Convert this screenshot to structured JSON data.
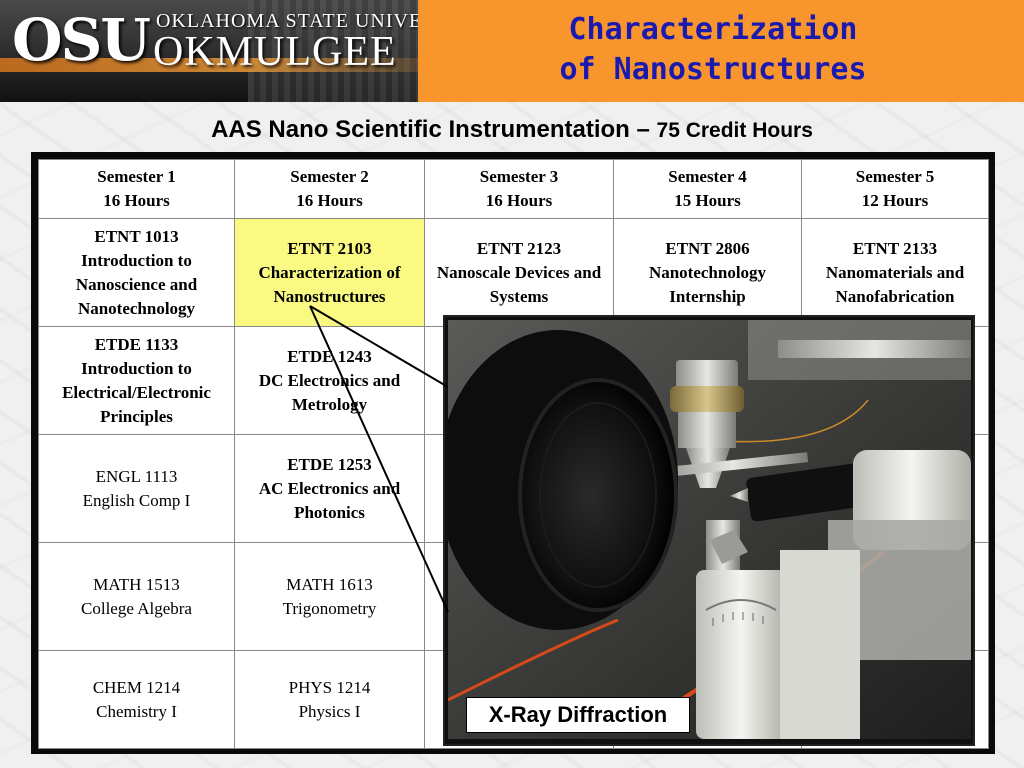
{
  "header": {
    "logo": {
      "osu": "OSU",
      "university": "OKLAHOMA STATE UNIVERSITY",
      "campus": "OKMULGEE"
    },
    "title_line1": "Characterization",
    "title_line2": "of Nanostructures"
  },
  "subtitle": {
    "main": "AAS Nano Scientific Instrumentation",
    "dash": "–",
    "credits": "75 Credit Hours"
  },
  "table": {
    "headers": [
      {
        "name": "Semester 1",
        "hours": "16 Hours"
      },
      {
        "name": "Semester 2",
        "hours": "16 Hours"
      },
      {
        "name": "Semester 3",
        "hours": "16 Hours"
      },
      {
        "name": "Semester 4",
        "hours": "15 Hours"
      },
      {
        "name": "Semester 5",
        "hours": "12 Hours"
      }
    ],
    "rows": [
      [
        {
          "code": "ETNT 1013",
          "title": "Introduction to Nanoscience and Nanotechnology"
        },
        {
          "code": "ETNT 2103",
          "title": "Characterization of Nanostructures"
        },
        {
          "code": "ETNT 2123",
          "title": "Nanoscale Devices and Systems"
        },
        {
          "code": "ETNT 2806",
          "title": "Nanotechnology Internship"
        },
        {
          "code": "ETNT 2133",
          "title": "Nanomaterials and Nanofabrication"
        }
      ],
      [
        {
          "code": "ETDE 1133",
          "title": "Introduction to Electrical/Electronic Principles"
        },
        {
          "code": "ETDE 1243",
          "title": "DC Electronics and Metrology"
        }
      ],
      [
        {
          "code": "ENGL 1113",
          "title": "English Comp I"
        },
        {
          "code": "ETDE 1253",
          "title": "AC Electronics and Photonics"
        }
      ],
      [
        {
          "code": "MATH 1513",
          "title": "College Algebra"
        },
        {
          "code": "MATH 1613",
          "title": "Trigonometry"
        }
      ],
      [
        {
          "code": "CHEM 1214",
          "title": "Chemistry I"
        },
        {
          "code": "PHYS 1214",
          "title": "Physics I"
        }
      ]
    ]
  },
  "photo": {
    "caption": "X-Ray Diffraction"
  },
  "colors": {
    "header_orange": "#f8952d",
    "title_blue": "#1a1ab0",
    "highlight_yellow": "#fafa82",
    "table_border": "#0a0a0a"
  }
}
